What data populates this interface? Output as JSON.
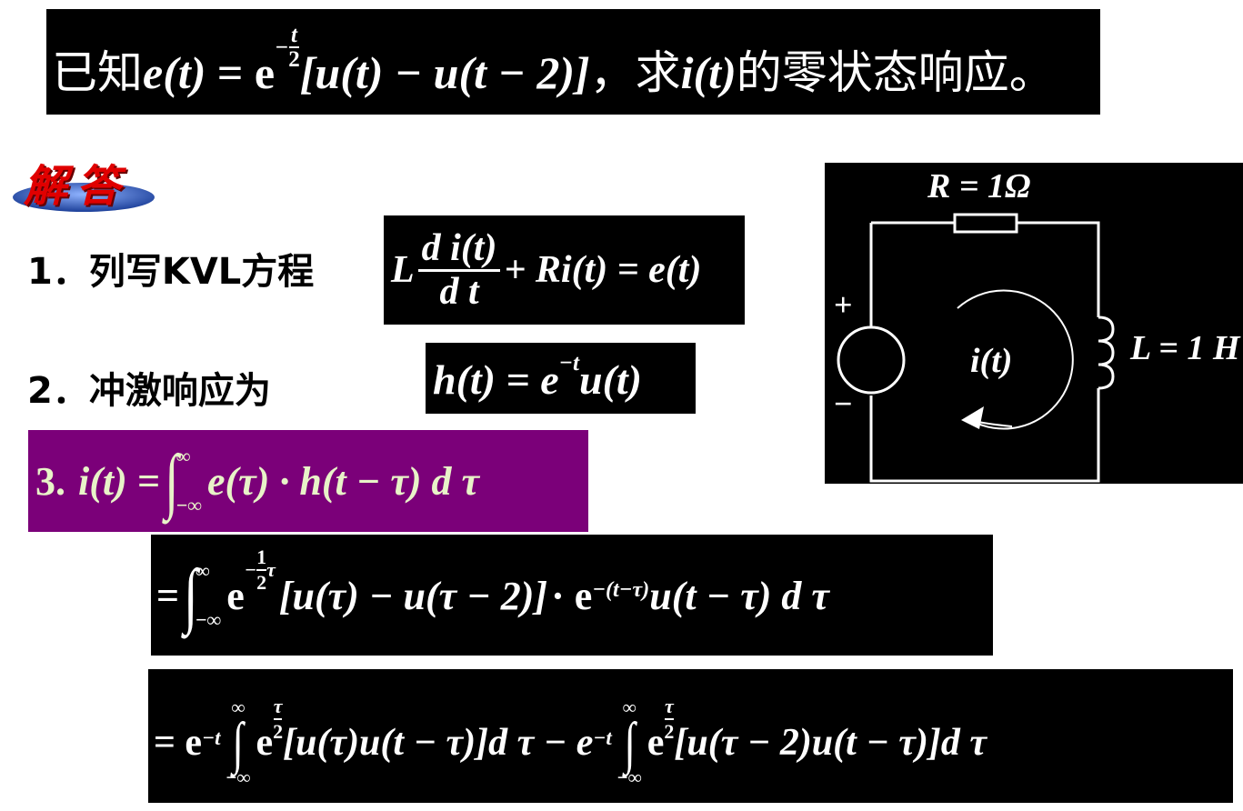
{
  "problem": {
    "prefix": "已知",
    "formula_e_lhs": "e(t)",
    "eq": " = e",
    "exp_sign": "−",
    "exp_num": "t",
    "exp_den": "2",
    "bracket": "[u(t) − u(t − 2)]",
    "suffix_cn_1": "，求",
    "suffix_i": "i(t)",
    "suffix_cn_2": "的零状态响应。"
  },
  "answer_logo": {
    "text": "解答",
    "colors": {
      "text": "#e00000",
      "oval": "#2a56b5"
    }
  },
  "step1": {
    "label": "1．列写KVL方程",
    "eq_L": "L",
    "eq_num": "d i(t)",
    "eq_den": "d t",
    "eq_rest": "+ Ri(t) = e(t)"
  },
  "step2": {
    "label": "2．冲激响应为",
    "eq": "h(t) = e",
    "exp": "−t",
    "eq_rest": "u(t)"
  },
  "step3": {
    "prefix": "3.",
    "lhs": "i(t) =",
    "upper": "∞",
    "lower": "−∞",
    "integrand": "e(τ) · h(t − τ) d τ",
    "bg_color": "#7b0079",
    "text_color": "#e8f3c8"
  },
  "line2": {
    "eq": "=",
    "upper": "∞",
    "lower": "−∞",
    "e1": "e",
    "exp_sign": "−",
    "exp_num": "1",
    "exp_den": "2",
    "exp_tail": "τ",
    "bracket": "[u(τ) − u(τ − 2)]",
    "dot_e": "· e",
    "exp2": "−(t−τ)",
    "tail": "u(t − τ) d τ"
  },
  "line3": {
    "eq": "= e",
    "exp1": "−t",
    "upper1": "∞",
    "lower1": "−∞",
    "e1": "e",
    "exp_num1": "τ",
    "exp_den1": "2",
    "bracket1": "[u(τ)u(t − τ)]d τ − e",
    "exp2": "−t",
    "upper2": "∞",
    "lower2": "−∞",
    "e2": "e",
    "exp_num2": "τ",
    "exp_den2": "2",
    "bracket2": "[u(τ − 2)u(t − τ)]d τ"
  },
  "circuit": {
    "resistor_label": "R = 1Ω",
    "inductor_label": "L = 1 H",
    "current_label": "i(t)",
    "plus": "+",
    "minus": "−"
  }
}
